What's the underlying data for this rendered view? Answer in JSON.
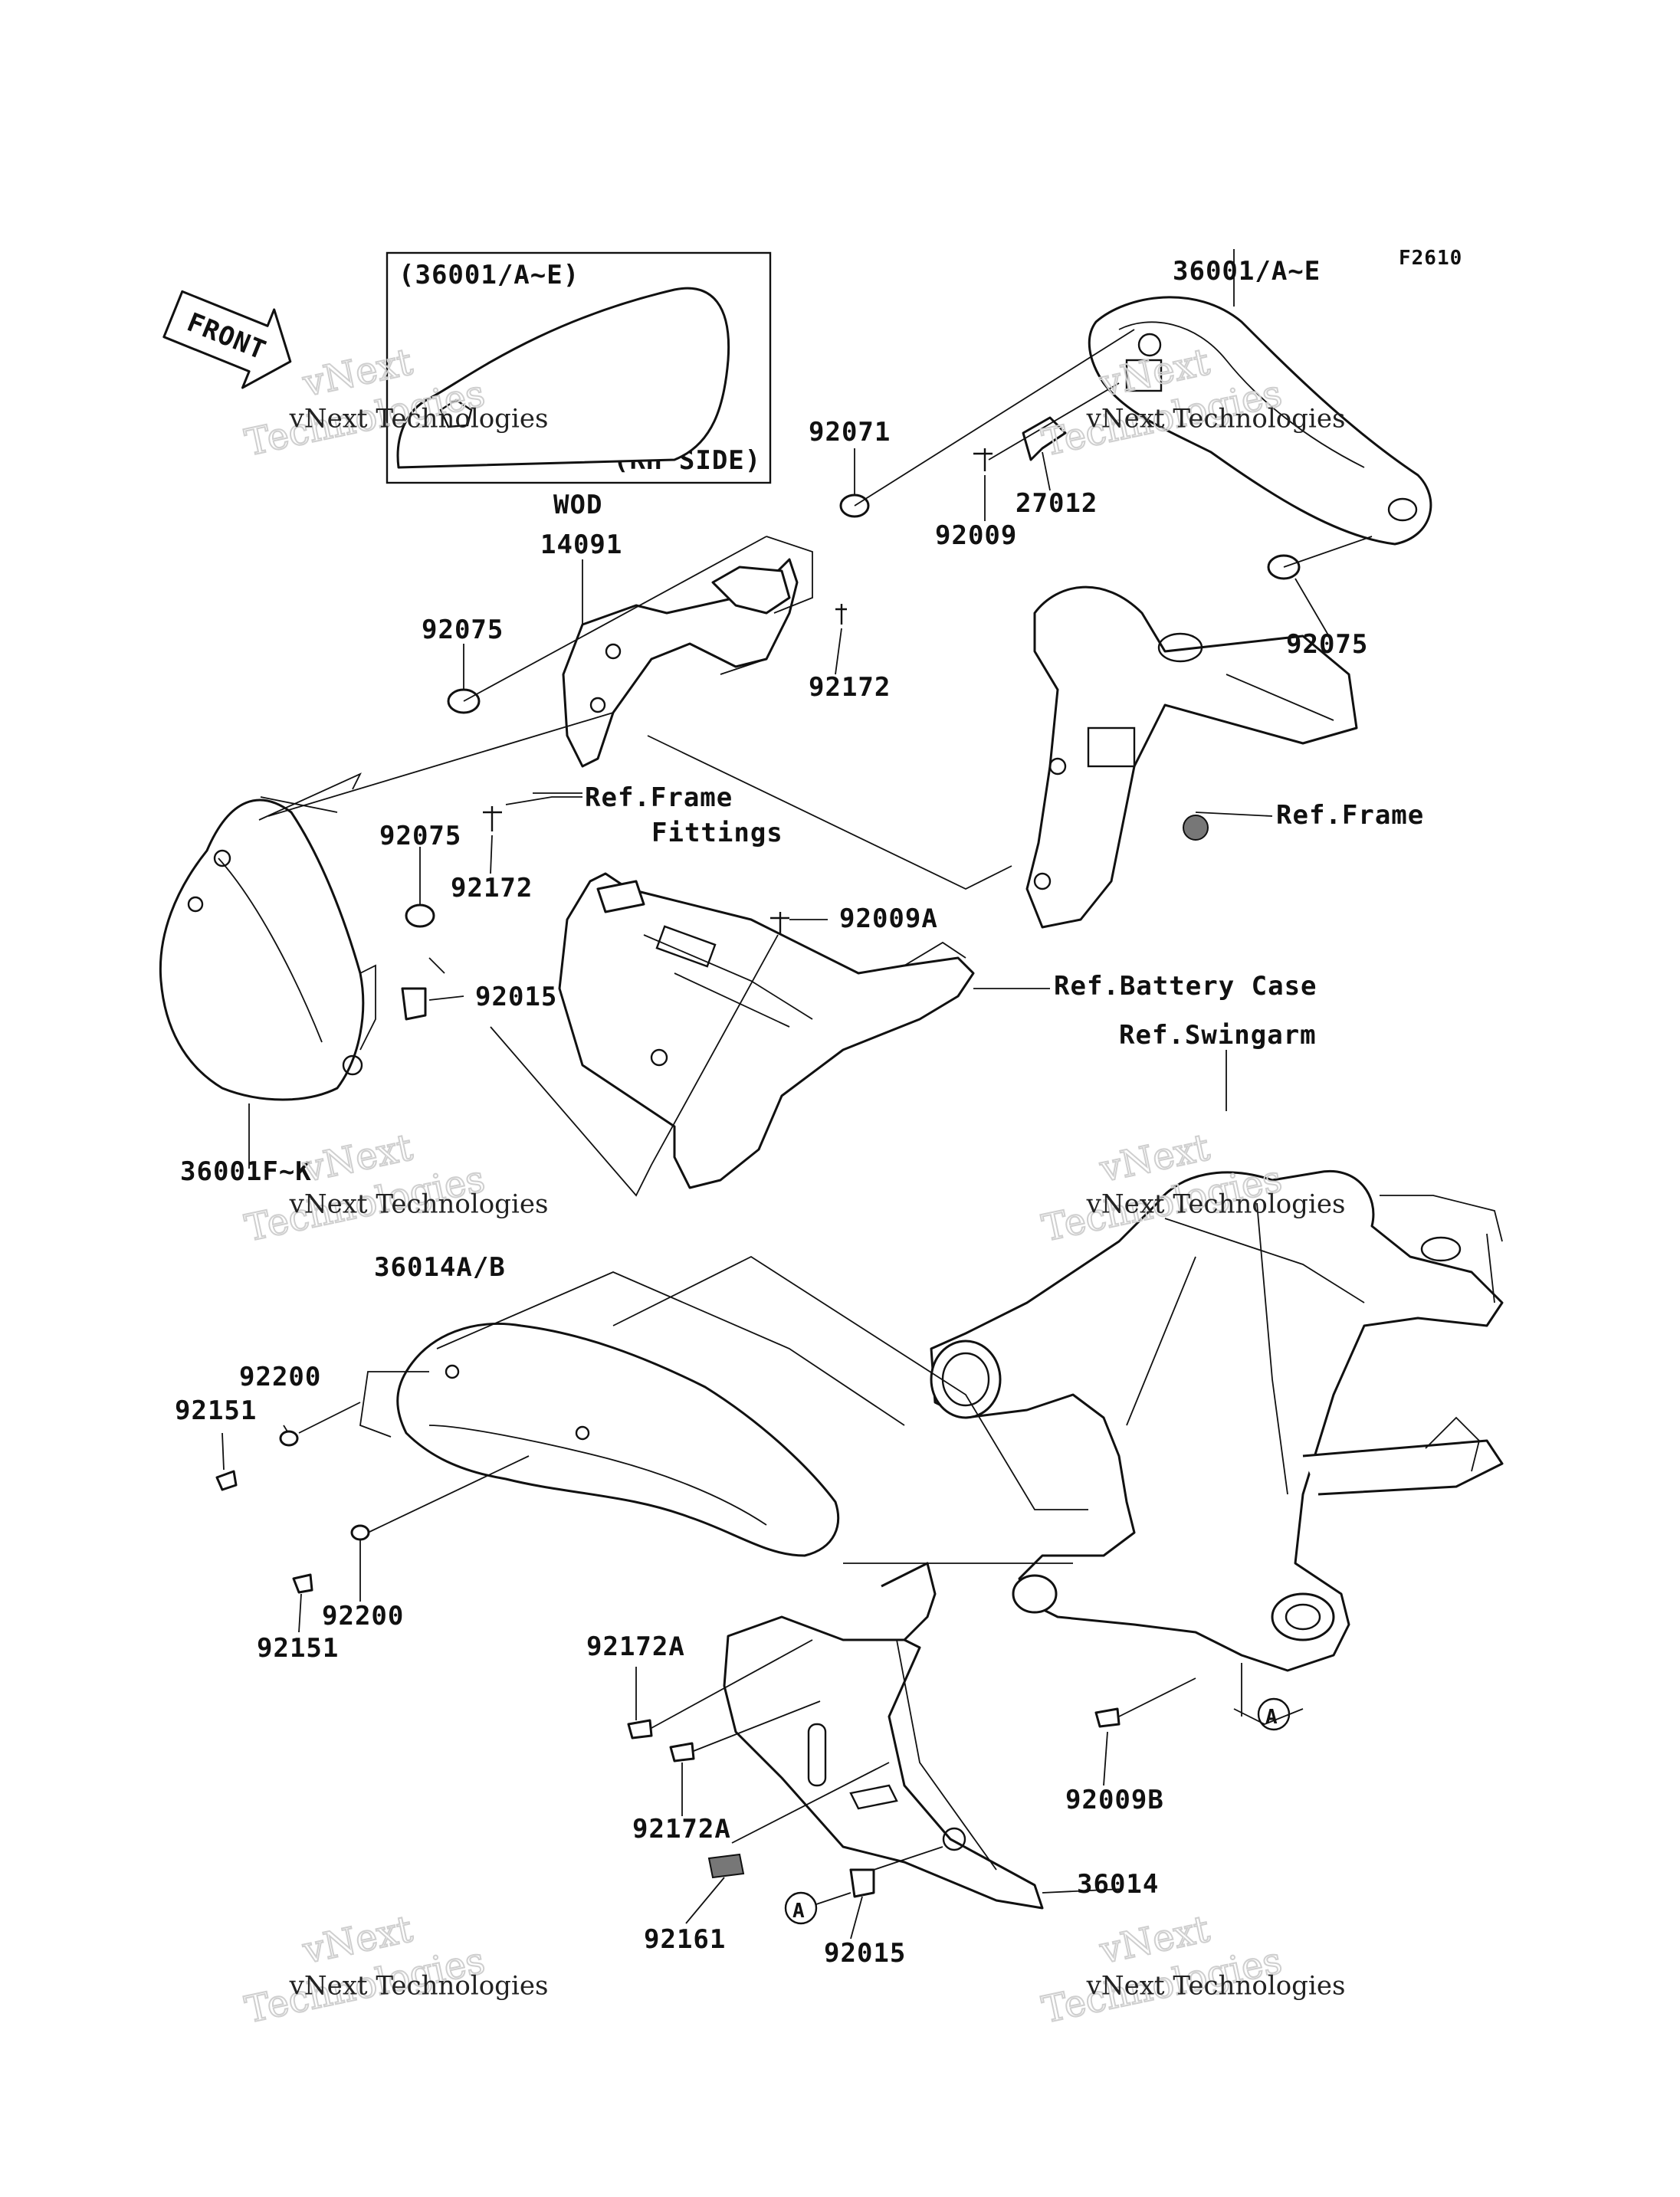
{
  "diagram": {
    "code": "F2610",
    "front_label": "FRONT",
    "inset": {
      "title": "(36001/A~E)",
      "side": "(RH SIDE)",
      "caption": "WOD"
    },
    "watermark": {
      "line1": "vNext",
      "line2": "Technologies",
      "small": "vNext Technologies"
    },
    "parts": [
      "36001/A~E",
      "92071",
      "92009",
      "27012",
      "14091",
      "92075",
      "92075",
      "92172",
      "92075",
      "92075",
      "92172",
      "92009A",
      "92015",
      "36001F~K",
      "36014A/B",
      "92200",
      "92151",
      "92200",
      "92151",
      "92172A",
      "92172A",
      "92161",
      "92015",
      "36014",
      "92009B"
    ],
    "refs": {
      "frame_fittings_1": "Ref.Frame",
      "frame_fittings_2": "Fittings",
      "frame": "Ref.Frame",
      "battery_case": "Ref.Battery Case",
      "swingarm": "Ref.Swingarm"
    },
    "markers": {
      "a1": "A",
      "a2": "A"
    }
  }
}
